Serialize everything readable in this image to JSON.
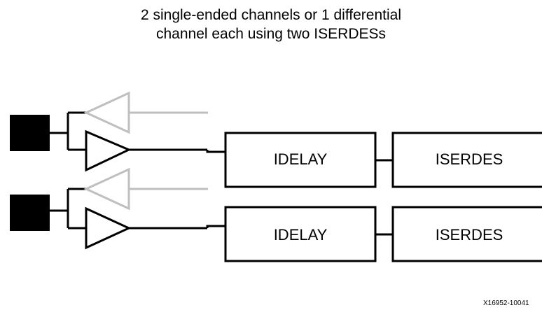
{
  "title": {
    "line1": "2 single-ended channels or 1 differential",
    "line2": "channel each using two ISERDESs"
  },
  "channels": [
    {
      "delay_label": "IDELAY",
      "serdes_label": "ISERDES"
    },
    {
      "delay_label": "IDELAY",
      "serdes_label": "ISERDES"
    }
  ],
  "figure_id": "X16952-10041",
  "colors": {
    "wire": "#000000",
    "pad": "#000000",
    "inactive_buffer": "#bfbfbf"
  }
}
